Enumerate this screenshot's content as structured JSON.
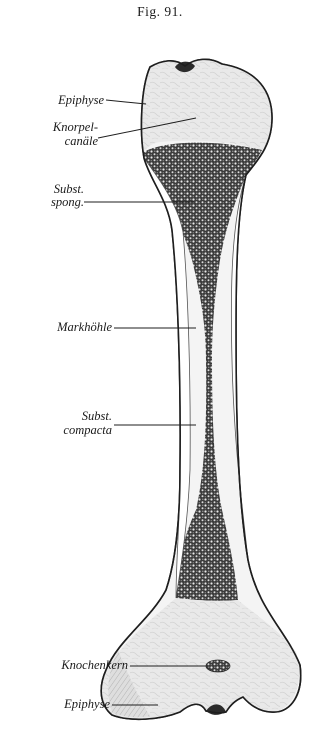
{
  "figure": {
    "title": "Fig. 91."
  },
  "labels": {
    "epiphyse_top": "Epiphyse",
    "knorpel_line1": "Knorpel-",
    "knorpel_line2": "canäle",
    "spong_line1": "Subst.",
    "spong_line2": "spong.",
    "markhoehle": "Markhöhle",
    "compacta_line1": "Subst.",
    "compacta_line2": "compacta",
    "knochenkern": "Knochenkern",
    "epiphyse_bottom": "Epiphyse"
  }
}
